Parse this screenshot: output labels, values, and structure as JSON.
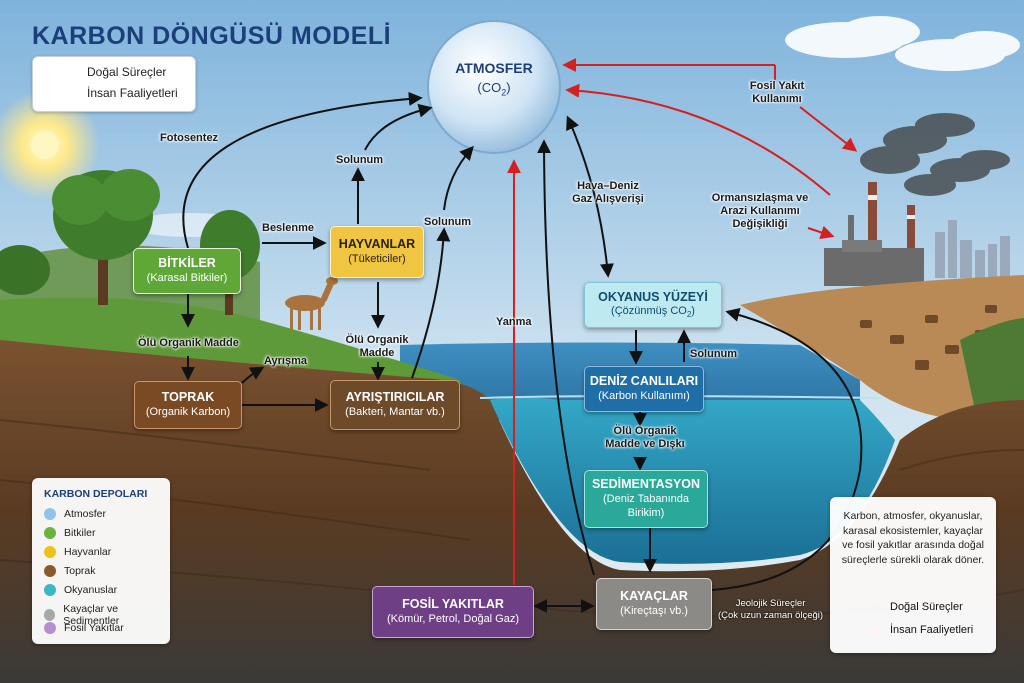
{
  "title": "KARBON DÖNGÜSÜ MODELİ",
  "legend": {
    "natural": "Doğal Süreçler",
    "human": "İnsan Faaliyetleri"
  },
  "atmosphere": {
    "title": "ATMOSFER",
    "formula": "(CO",
    "sub": "2",
    "close": ")"
  },
  "boxes": {
    "plants": {
      "title": "BİTKİLER",
      "subtitle": "(Karasal Bitkiler)"
    },
    "animals": {
      "title": "HAYVANLAR",
      "subtitle": "(Tüketiciler)"
    },
    "soil": {
      "title": "TOPRAK",
      "subtitle": "(Organik Karbon)"
    },
    "decomposers": {
      "title": "AYRIŞTIRICILAR",
      "subtitle": "(Bakteri, Mantar vb.)"
    },
    "ocean_surface": {
      "title": "OKYANUS YÜZEYİ",
      "subtitle": "(Çözünmüş CO",
      "sub": "2",
      "close": ")"
    },
    "marine_life": {
      "title": "DENİZ CANLILARI",
      "subtitle": "(Karbon Kullanımı)"
    },
    "sedimentation": {
      "title": "SEDİMENTASYON",
      "subtitle": "(Deniz Tabanında Birikim)"
    },
    "fossil_fuels": {
      "title": "FOSİL YAKITLAR",
      "subtitle": "(Kömür, Petrol, Doğal Gaz)"
    },
    "rocks": {
      "title": "KAYAÇLAR",
      "subtitle": "(Kireçtaşı vb.)"
    }
  },
  "labels": {
    "photosynthesis": "Fotosentez",
    "respiration_animals": "Solunum",
    "respiration_decomposers": "Solunum",
    "feeding": "Beslenme",
    "dead_organic_plants": "Ölü Organik Madde",
    "dead_organic_animals": "Ölü Organik Madde",
    "decomposition": "Ayrışma",
    "combustion": "Yanma",
    "air_sea": "Hava–Deniz Gaz Alışverişi",
    "fossil_use": "Fosil Yakıt Kullanımı",
    "deforestation": "Ormansızlaşma ve Arazi Kullanımı Değişikliği",
    "respiration_ocean": "Solunum",
    "dead_organic_marine": "Ölü Organik Madde ve Dışkı",
    "geologic": "Jeolojik Süreçler",
    "geologic_note": "(Çok uzun zaman ölçeği)"
  },
  "stores": {
    "title": "KARBON DEPOLARI",
    "items": [
      {
        "label": "Atmosfer",
        "color": "#8fc3e8"
      },
      {
        "label": "Bitkiler",
        "color": "#6bb33f"
      },
      {
        "label": "Hayvanlar",
        "color": "#efc21a"
      },
      {
        "label": "Toprak",
        "color": "#8a5a2b"
      },
      {
        "label": "Okyanuslar",
        "color": "#3db7c2"
      },
      {
        "label": "Kayaçlar ve Sedimentler",
        "color": "#a8a8a8"
      },
      {
        "label": "Fosil Yakıtlar",
        "color": "#b58fd0"
      }
    ]
  },
  "info": {
    "text": "Karbon, atmosfer, okyanuslar, karasal ekosistemler, kayaçlar ve fosil yakıtlar arasında doğal süreçlerle sürekli olarak döner.",
    "natural": "Doğal Süreçler",
    "human": "İnsan Faaliyetleri"
  },
  "colors": {
    "natural_arrow": "#111111",
    "human_arrow": "#d42020",
    "title": "#1c3f7a"
  }
}
